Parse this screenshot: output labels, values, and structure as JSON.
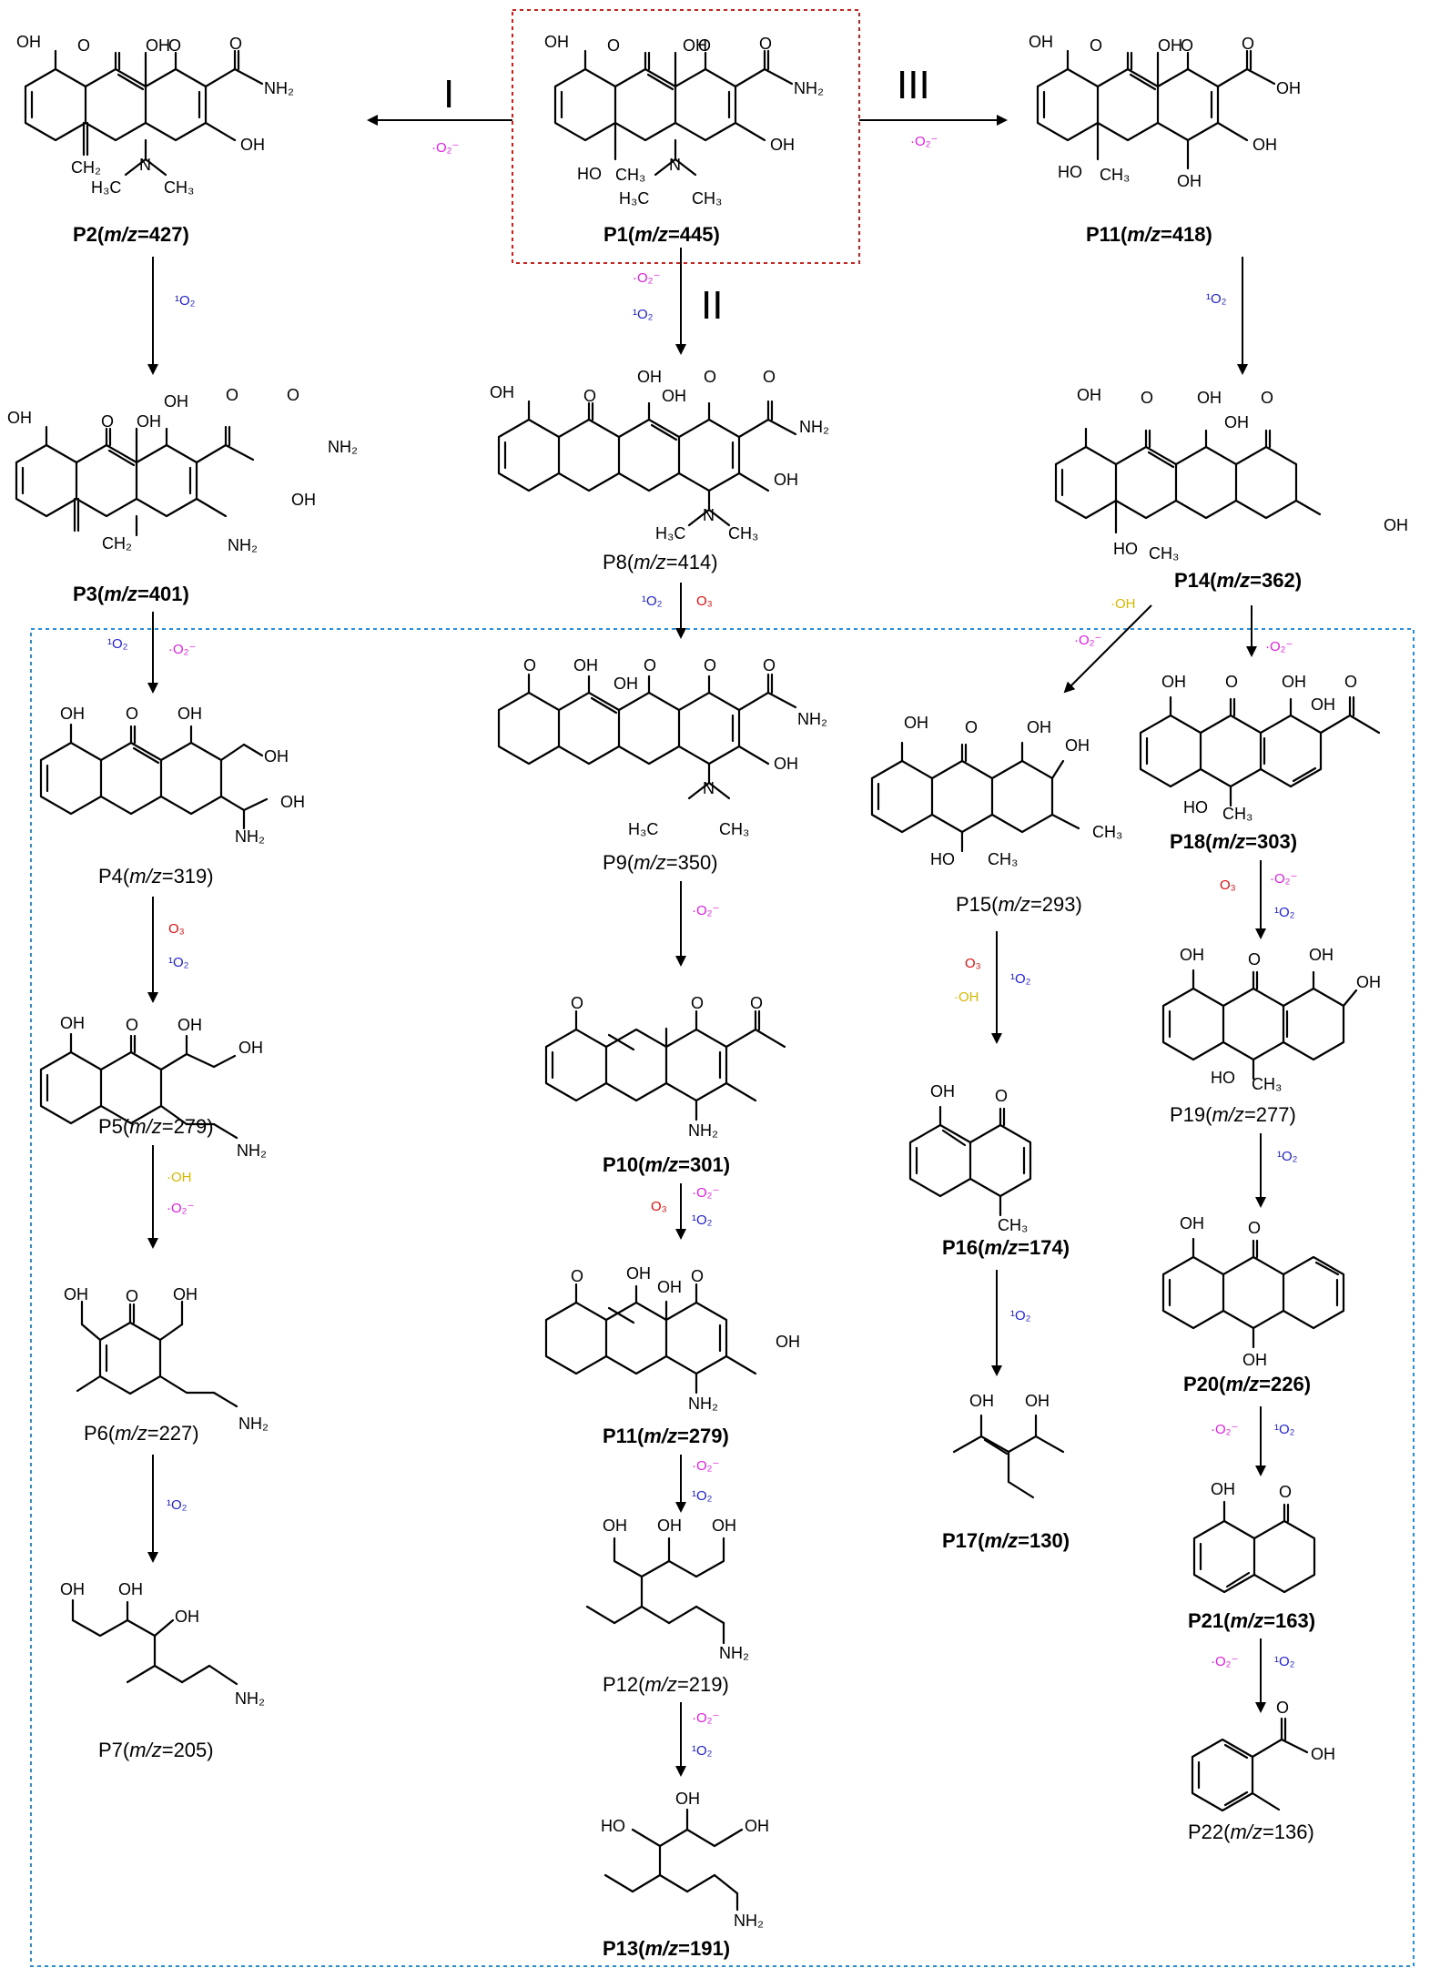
{
  "colors": {
    "superoxide": "#e020e0",
    "singlet_oxygen": "#1f1fcf",
    "ozone": "#e01010",
    "hydroxyl": "#d4b800",
    "box_red": "#d0201c",
    "box_blue": "#2a8fd8"
  },
  "routes": {
    "I": "I",
    "II": "II",
    "III": "III"
  },
  "reagents": {
    "superoxide": "·O₂⁻",
    "singlet_oxygen": "¹O₂",
    "ozone": "O₃",
    "hydroxyl": "·OH"
  },
  "atoms": {
    "OH": "OH",
    "O": "O",
    "HO": "HO",
    "NH2": "NH₂",
    "N": "N",
    "H3C": "H₃C",
    "CH3": "CH₃",
    "CH2": "CH₂"
  },
  "products": [
    {
      "id": "P1",
      "mz": "445"
    },
    {
      "id": "P2",
      "mz": "427"
    },
    {
      "id": "P3",
      "mz": "401"
    },
    {
      "id": "P4",
      "mz": "319"
    },
    {
      "id": "P5",
      "mz": "279"
    },
    {
      "id": "P6",
      "mz": "227"
    },
    {
      "id": "P7",
      "mz": "205"
    },
    {
      "id": "P8",
      "mz": "414"
    },
    {
      "id": "P9",
      "mz": "350"
    },
    {
      "id": "P10",
      "mz": "301"
    },
    {
      "id": "P11",
      "mz": "279"
    },
    {
      "id": "P12",
      "mz": "219"
    },
    {
      "id": "P13",
      "mz": "191"
    },
    {
      "id": "P11",
      "mz": "418"
    },
    {
      "id": "P14",
      "mz": "362"
    },
    {
      "id": "P15",
      "mz": "293"
    },
    {
      "id": "P16",
      "mz": "174"
    },
    {
      "id": "P17",
      "mz": "130"
    },
    {
      "id": "P18",
      "mz": "303"
    },
    {
      "id": "P19",
      "mz": "277"
    },
    {
      "id": "P20",
      "mz": "226"
    },
    {
      "id": "P21",
      "mz": "163"
    },
    {
      "id": "P22",
      "mz": "136"
    }
  ]
}
